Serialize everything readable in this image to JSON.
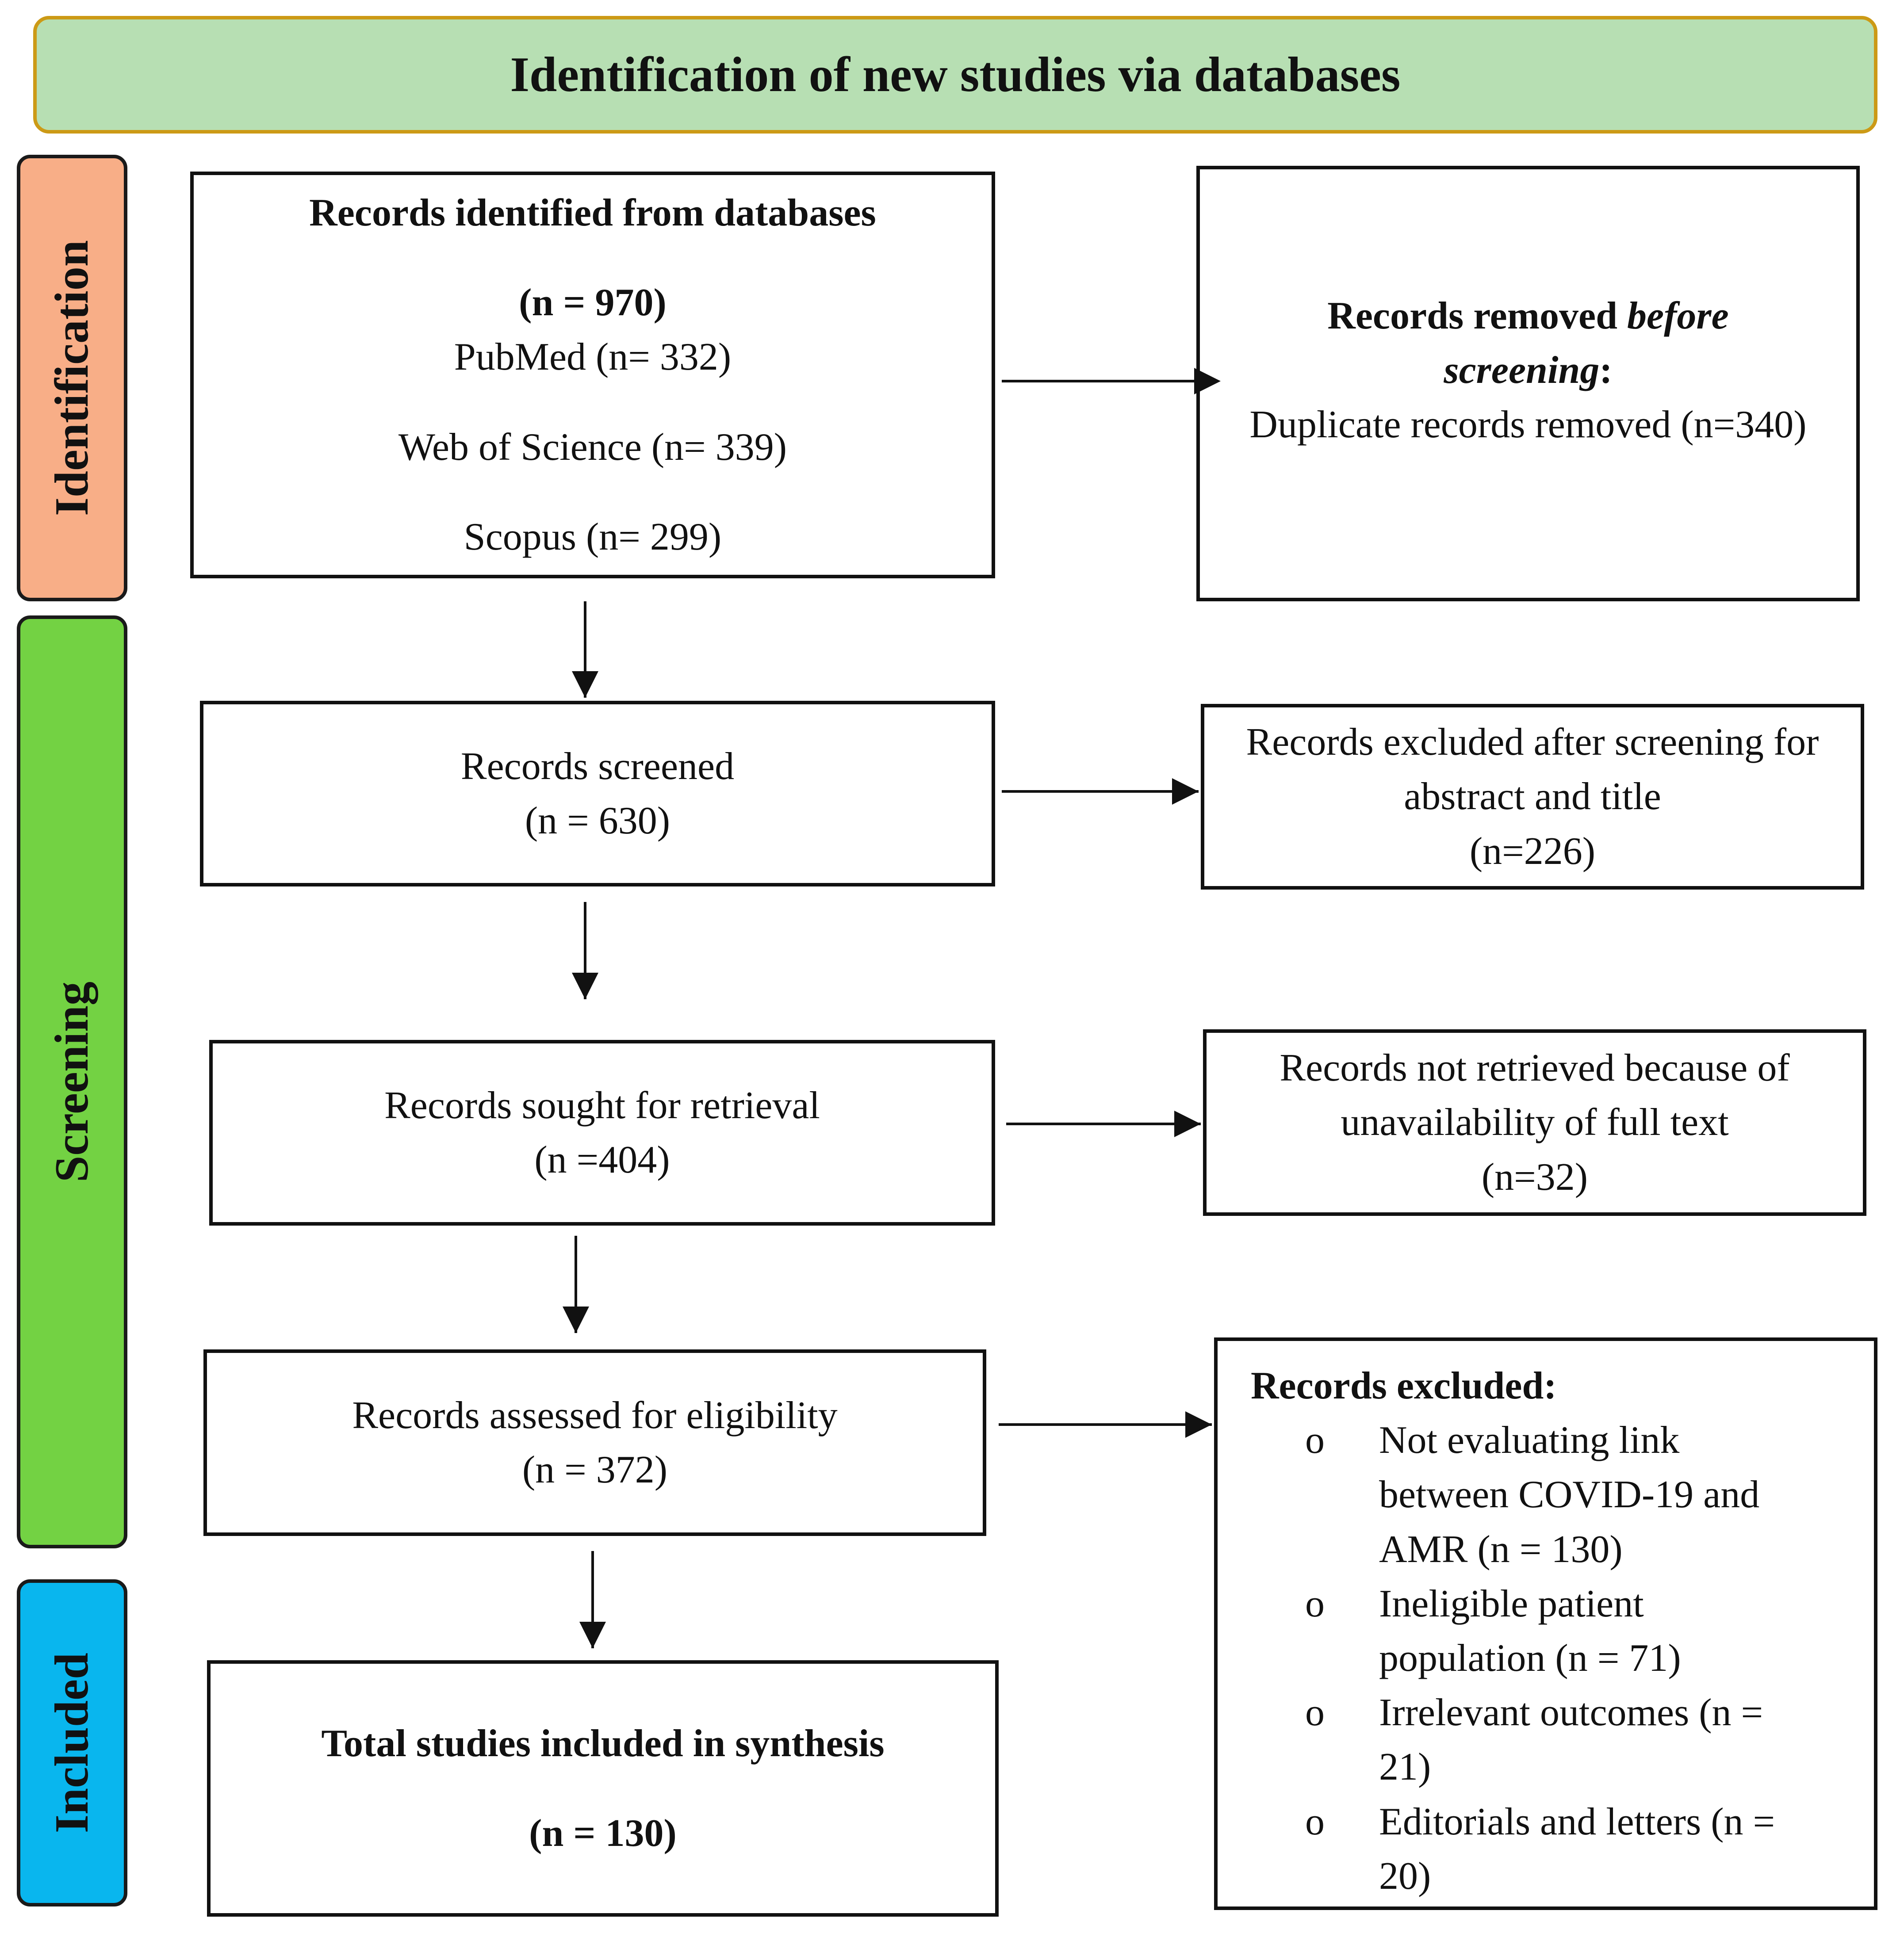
{
  "header": {
    "title": "Identification of new studies via databases"
  },
  "stages": {
    "identification": {
      "label": "Identification",
      "color": "#f8ae87"
    },
    "screening": {
      "label": "Screening",
      "color": "#73d243"
    },
    "included": {
      "label": "Included",
      "color": "#09b6ee"
    }
  },
  "boxes": {
    "identified": {
      "title": "Records identified from databases",
      "total": "(n = 970)",
      "pubmed": "PubMed (n= 332)",
      "wos": "Web of Science (n= 339)",
      "scopus": "Scopus (n= 299)"
    },
    "removed": {
      "title_a": "Records removed ",
      "title_b": "before",
      "title_c": "screening",
      "title_d": ":",
      "detail": "Duplicate records removed (n=340)"
    },
    "screened": {
      "label": "Records screened",
      "count": "(n = 630)"
    },
    "excluded_screening": {
      "line1": "Records excluded after screening for",
      "line2": "abstract and title",
      "count": "(n=226)"
    },
    "sought": {
      "label": "Records sought for retrieval",
      "count": "(n =404)"
    },
    "not_retrieved": {
      "line1": "Records not retrieved because of",
      "line2": "unavailability of full text",
      "count": "(n=32)"
    },
    "assessed": {
      "label": "Records assessed for eligibility",
      "count": "(n = 372)"
    },
    "excluded": {
      "title": "Records excluded:",
      "bullet": "o",
      "items": [
        {
          "l1": "Not evaluating link",
          "l2": "between COVID-19 and",
          "l3": "AMR (n = 130)"
        },
        {
          "l1": "Ineligible patient",
          "l2": "population (n = 71)"
        },
        {
          "l1": "Irrelevant outcomes (n =",
          "l2": "21)"
        },
        {
          "l1": "Editorials and letters (n =",
          "l2": "20)"
        }
      ]
    },
    "included": {
      "title": "Total studies included in synthesis",
      "count": "(n = 130)"
    }
  }
}
